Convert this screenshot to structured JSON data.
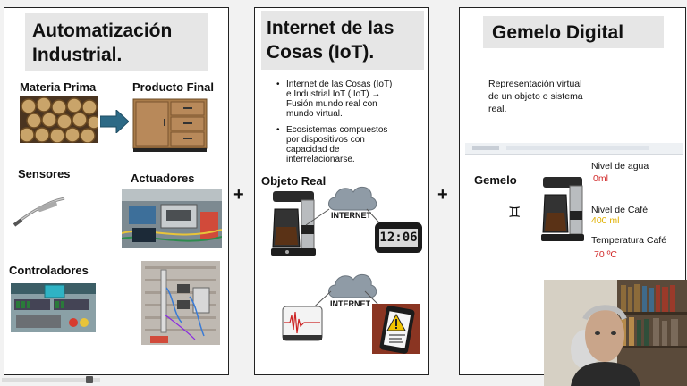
{
  "panels": {
    "automation": {
      "title_line1": "Automatización",
      "title_line2": "Industrial.",
      "raw_material": "Materia Prima",
      "final_product": "Producto Final",
      "sensors": "Sensores",
      "actuators": "Actuadores",
      "controllers": "Controladores"
    },
    "iot": {
      "title_line1": "Internet de las",
      "title_line2": "Cosas (IoT).",
      "bullet1_l1": "Internet de las Cosas (IoT)",
      "bullet1_l2": "e Industrial IoT (IIoT) →",
      "bullet1_l3": "Fusión mundo real con",
      "bullet1_l4": "mundo virtual.",
      "bullet2_l1": "Ecosistemas compuestos",
      "bullet2_l2": "por dispositivos con",
      "bullet2_l3": "capacidad de",
      "bullet2_l4": "interrelacionarse.",
      "real_object": "Objeto Real",
      "cloud1": "INTERNET",
      "cloud2": "INTERNET",
      "clock": "12:06"
    },
    "twin": {
      "title": "Gemelo Digital",
      "desc_l1": "Representación virtual",
      "desc_l2": "de un objeto o sistema",
      "desc_l3": "real.",
      "twin_label": "Gemelo",
      "gemini_symbol": "♊",
      "water_label": "Nivel de agua",
      "water_value": "0ml",
      "coffee_label": "Nivel de Café",
      "coffee_value": "400 ml",
      "temp_label": "Temperatura Café",
      "temp_value": "70 ºC"
    }
  },
  "plus_signs": [
    "+",
    "+"
  ],
  "colors": {
    "water_value": "#d12a2a",
    "coffee_value": "#e0b000",
    "temp_value": "#d12a2a",
    "arrow": "#2d6a86"
  }
}
